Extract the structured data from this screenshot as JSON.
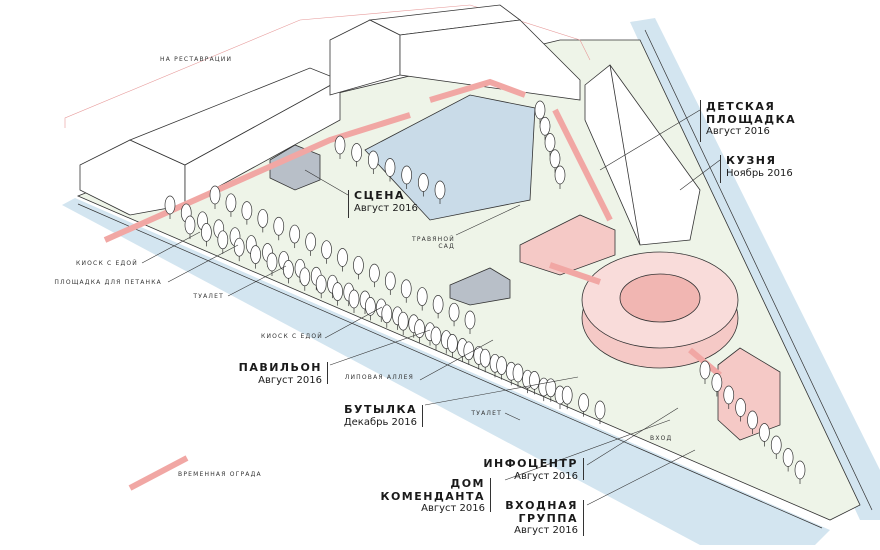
{
  "colors": {
    "park": "#eef4e8",
    "water": "#d3e5f0",
    "fence": "#f1a7a4",
    "ring": "#f5c9c6",
    "roof": "#b8bfc8",
    "outline": "#333333",
    "blueLine": "#8fb5d0"
  },
  "legend": {
    "fence_label": "ВРЕМЕННАЯ ОГРАДА"
  },
  "top_note": "НА РЕСТАВРАЦИИ",
  "places": [
    {
      "name": "СЦЕНА",
      "date": "Август 2016"
    },
    {
      "name": "ДЕТСКАЯ ПЛОЩАДКА",
      "date": "Август 2016"
    },
    {
      "name": "КУЗНЯ",
      "date": "Ноябрь 2016"
    },
    {
      "name": "ПАВИЛЬОН",
      "date": "Август 2016"
    },
    {
      "name": "БУТЫЛКА",
      "date": "Декабрь 2016"
    },
    {
      "name": "ДОМ КОМЕНДАНТА",
      "date": "Август 2016"
    },
    {
      "name": "ИНФОЦЕНТР",
      "date": "Август 2016"
    },
    {
      "name": "ВХОДНАЯ ГРУППА",
      "date": "Август 2016"
    }
  ],
  "small_labels": {
    "kiosk1": "КИОСК С ЕДОЙ",
    "petanque": "ПЛОЩАДКА ДЛЯ ПЕТАНКА",
    "toilet1": "ТУАЛЕТ",
    "kiosk2": "КИОСК С ЕДОЙ",
    "linden": "ЛИПОВАЯ АЛЛЕЯ",
    "toilet2": "ТУАЛЕТ",
    "entrance": "ВХОД",
    "herb1": "ТРАВЯНОЙ",
    "herb2": "САД"
  }
}
